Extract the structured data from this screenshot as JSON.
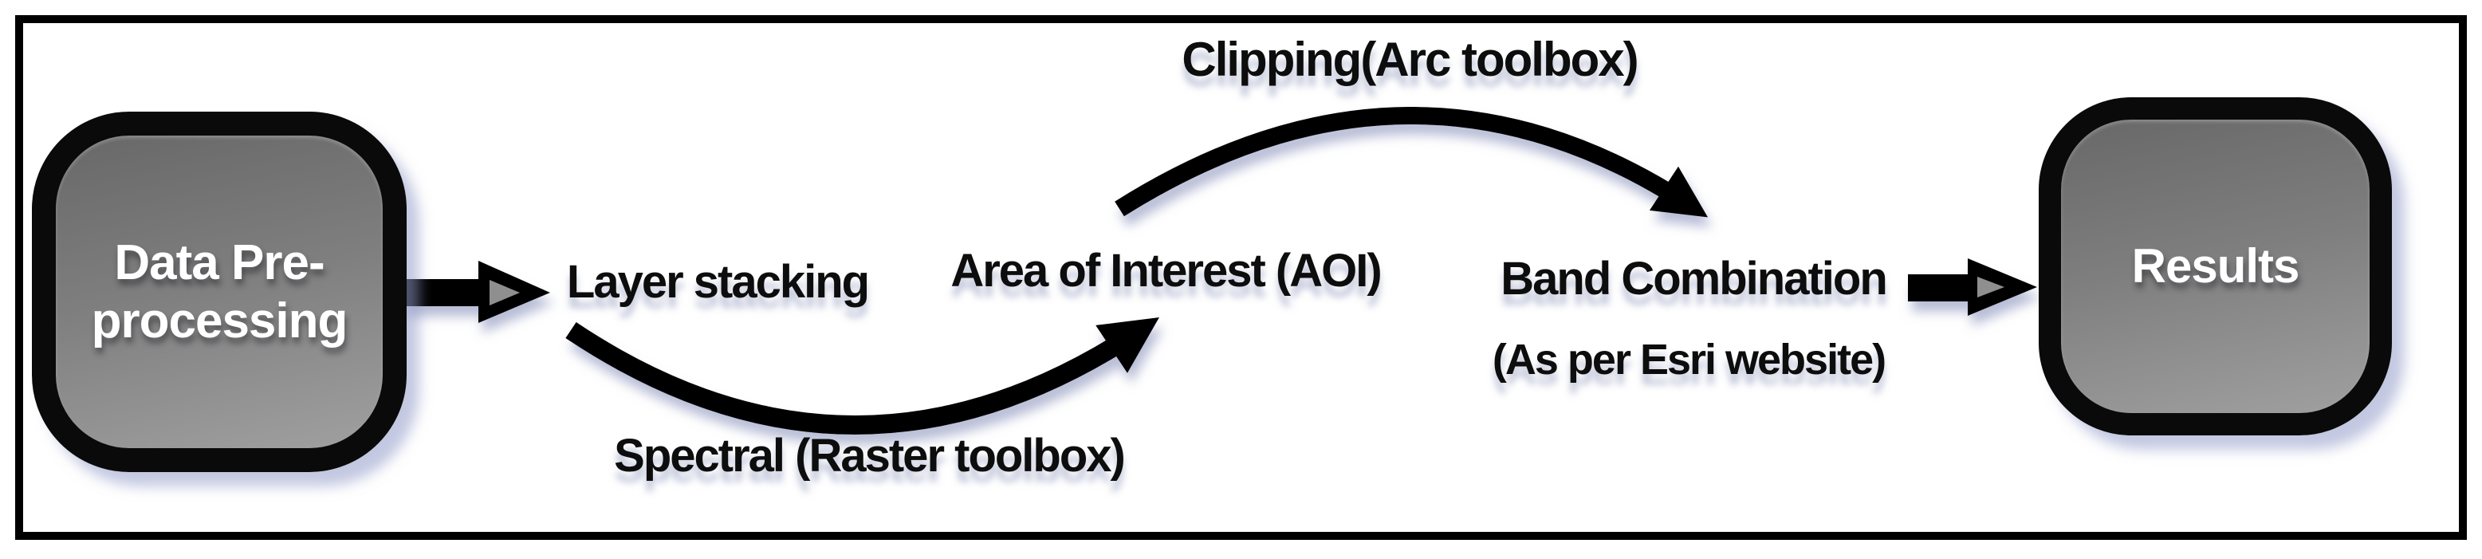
{
  "diagram": {
    "title_implicit": "Data processing workflow",
    "start_node": {
      "line1": "Data Pre-",
      "line2": "processing"
    },
    "end_node": {
      "label": "Results"
    },
    "step1": {
      "label": "Layer stacking"
    },
    "step2": {
      "label": "Area of Interest (AOI)"
    },
    "step3": {
      "label": "Band Combination",
      "sublabel": "(As per Esri website)"
    },
    "edge_top": {
      "label": "Clipping(Arc toolbox)",
      "from": "Area of Interest (AOI)",
      "to": "Band Combination"
    },
    "edge_bottom": {
      "label": "Spectral (Raster toolbox)",
      "from": "Layer stacking",
      "to": "Area of Interest (AOI)"
    },
    "flow_sequence": [
      "Data Pre-processing",
      "Layer stacking",
      "Area of Interest (AOI)",
      "Band Combination",
      "Results"
    ],
    "colors": {
      "background": "#ffffff",
      "frame": "#000000",
      "connector": "#060606",
      "label_text": "#0d0d0d",
      "node_border": "#0a0a0a",
      "node_text": "#ffffff",
      "node_fill_top": "#686868",
      "node_fill_mid": "#7f7f7f",
      "node_fill_bottom": "#a0a0a0",
      "shadow": "#97a0c8",
      "arrow_bevel": "#8f8f8f"
    }
  }
}
